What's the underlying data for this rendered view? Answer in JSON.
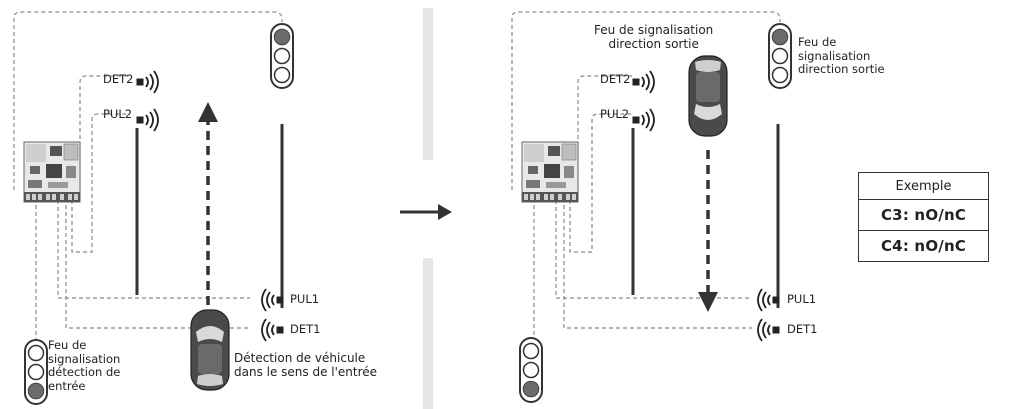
{
  "left_panel": {
    "labels": {
      "det2": "DET2",
      "pul2": "PUL2",
      "pul1": "PUL1",
      "det1": "DET1",
      "entry_light": "Feu de\nsignalisation\ndétection de\nentrée",
      "vehicle_detection": "Détection de véhicule\ndans le sens de l'entrée"
    }
  },
  "right_panel": {
    "labels": {
      "det2": "DET2",
      "pul2": "PUL2",
      "pul1": "PUL1",
      "det1": "DET1",
      "exit_light_car": "Feu de signalisation\ndirection sortie",
      "exit_light_top": "Feu de\nsignalisation\ndirection sortie"
    }
  },
  "example": {
    "header": "Exemple",
    "rows": [
      "C3: nO/nC",
      "C4: nO/nC"
    ]
  },
  "colors": {
    "line": "#333333",
    "dashed": "#8a8a8a",
    "divider": "#e6e6e6",
    "light_on": "#6b6b6b",
    "light_off": "#ffffff",
    "car_body": "#4a4a4a"
  }
}
